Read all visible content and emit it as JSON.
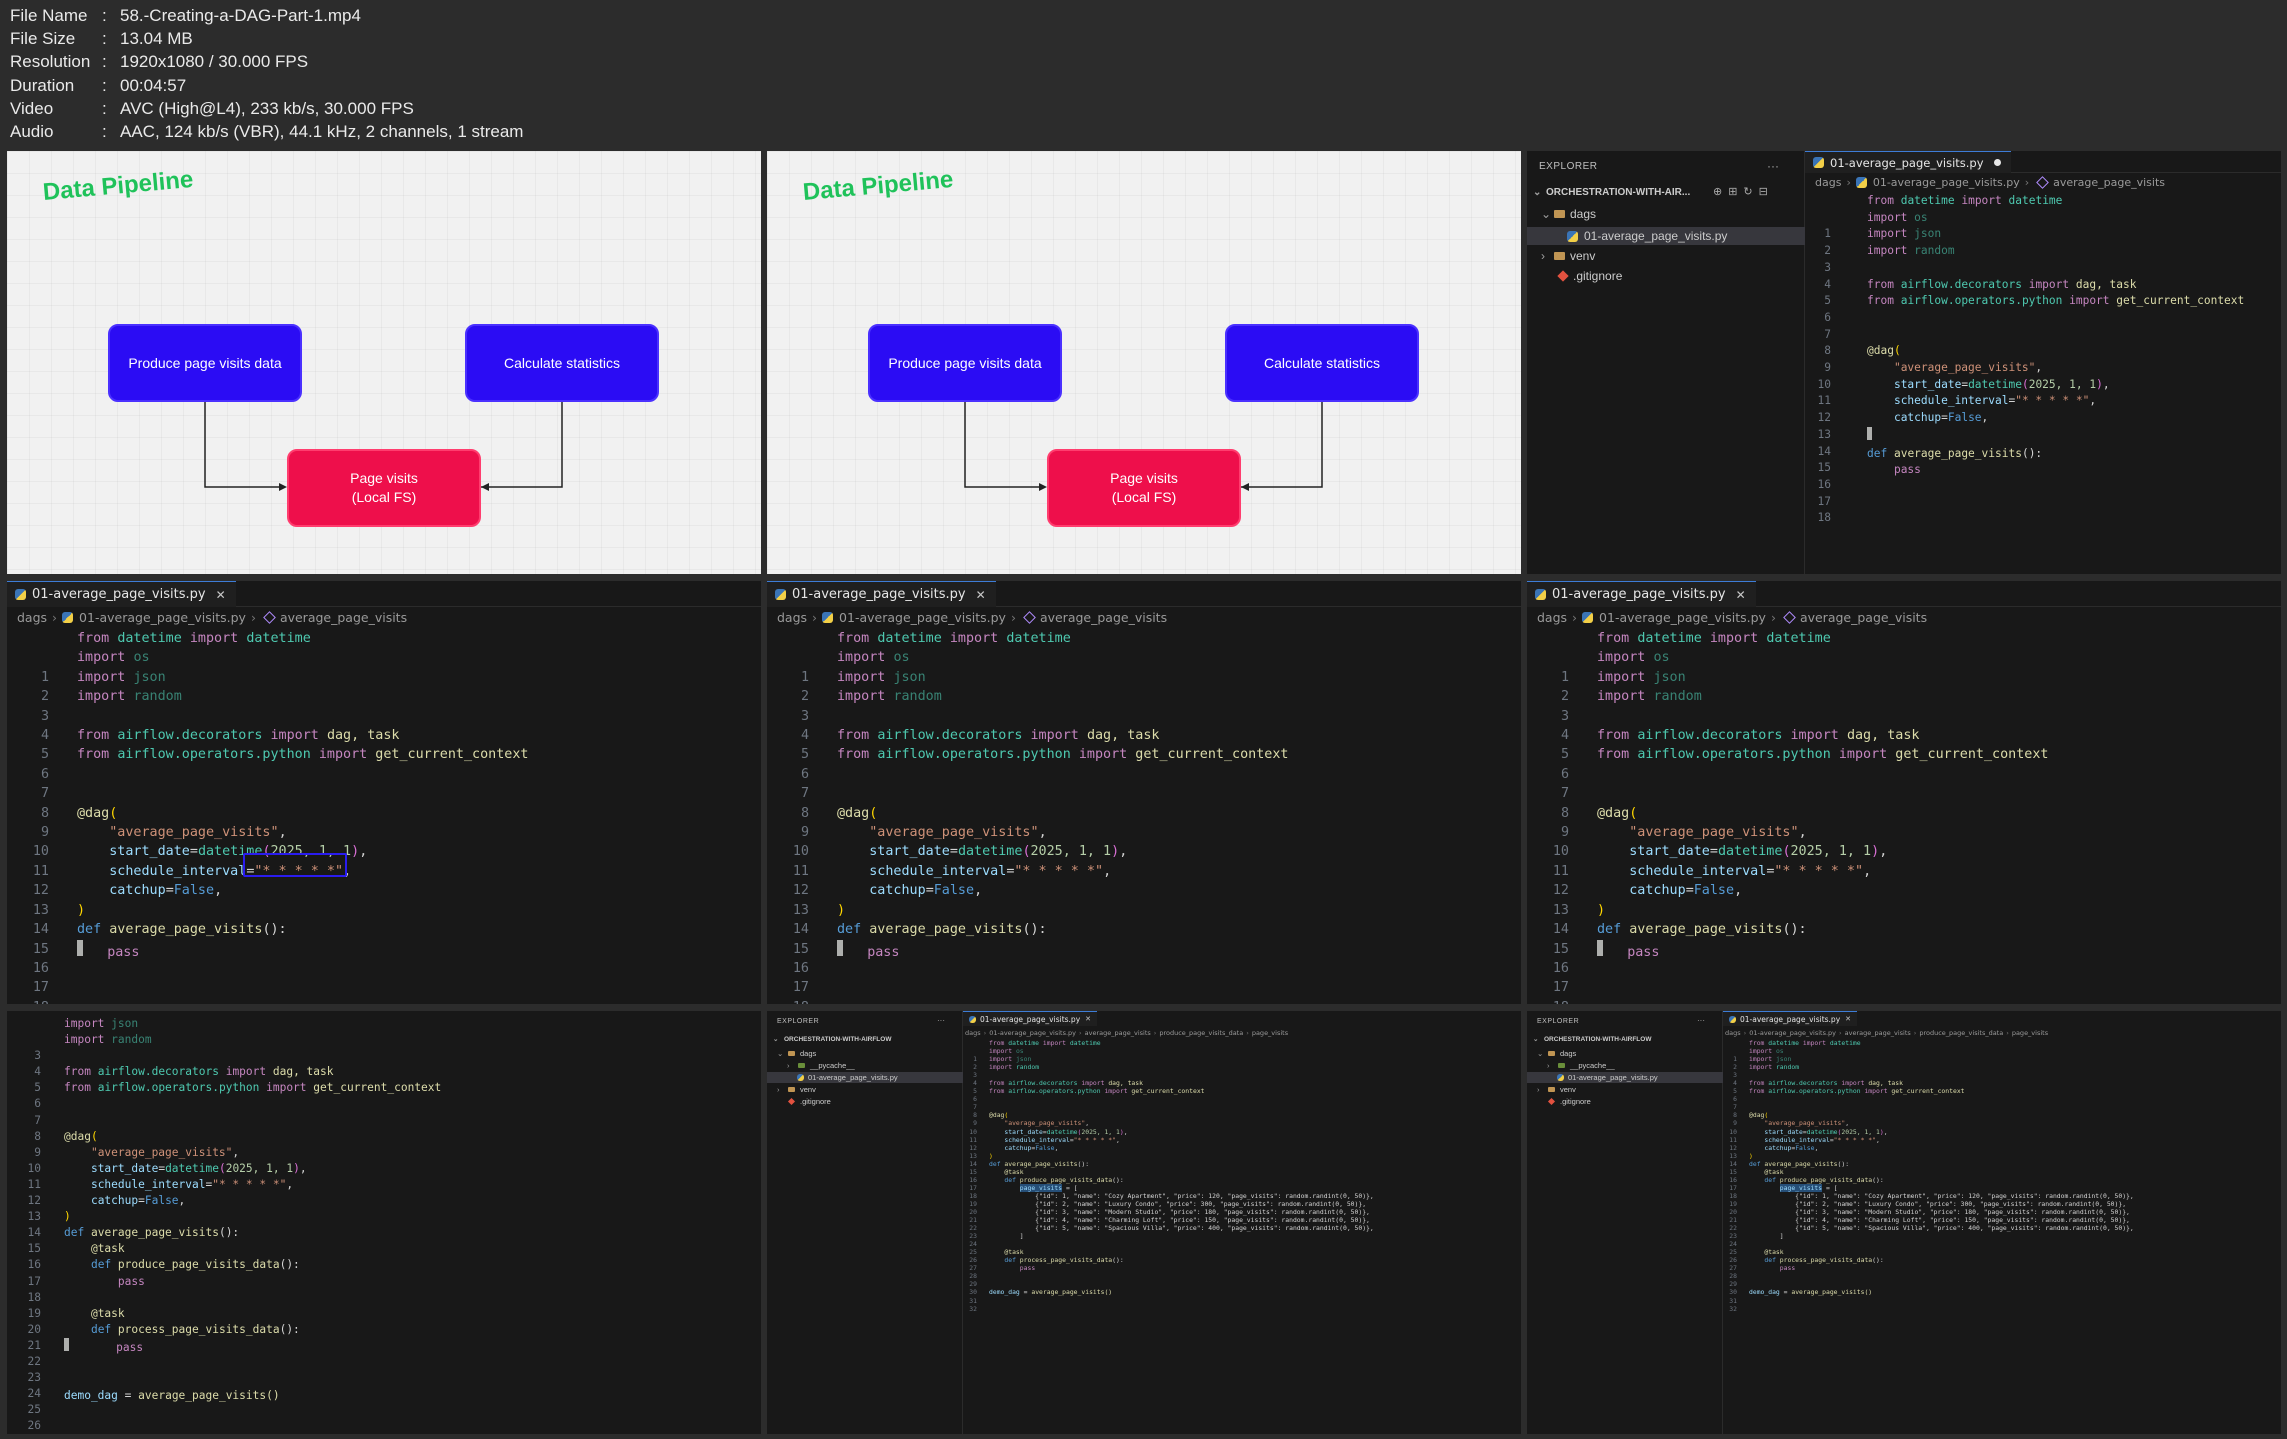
{
  "file_info": [
    {
      "key": "File Name",
      "value": "58.-Creating-a-DAG-Part-1.mp4"
    },
    {
      "key": "File Size",
      "value": "13.04 MB"
    },
    {
      "key": "Resolution",
      "value": "1920x1080 / 30.000 FPS"
    },
    {
      "key": "Duration",
      "value": "00:04:57"
    },
    {
      "key": "Video",
      "value": "AVC (High@L4), 233 kb/s, 30.000 FPS"
    },
    {
      "key": "Audio",
      "value": "AAC, 124 kb/s (VBR), 44.1 kHz, 2 channels, 1 stream"
    }
  ],
  "diagram": {
    "title": "Data Pipeline",
    "box_produce": "Produce page visits data",
    "box_calculate": "Calculate statistics",
    "box_store_line1": "Page visits",
    "box_store_line2": "(Local FS)",
    "colors": {
      "blue": "#2b0cf4",
      "red": "#ee0f4b",
      "green": "#1fc25a"
    }
  },
  "editor": {
    "tab_label": "01-average_page_visits.py",
    "crumb_root": "dags",
    "crumb_file": "01-average_page_visits.py",
    "crumb_symbol": "average_page_visits",
    "crumb_symbol2": "produce_page_visits_data",
    "crumb_symbol3": "page_visits"
  },
  "explorer": {
    "title": "EXPLORER",
    "project": "ORCHESTRATION-WITH-AIR...",
    "project_full": "ORCHESTRATION-WITH-AIRFLOW",
    "items": {
      "dags": "dags",
      "pycache": "__pycache__",
      "file": "01-average_page_visits.py",
      "venv": "venv",
      "gitignore": ".gitignore"
    }
  },
  "code": {
    "from": "from",
    "import": "import",
    "datetime": "datetime",
    "os": "os",
    "json": "json",
    "random": "random",
    "decorators": "airflow.decorators",
    "dag_task": "dag, task",
    "operators": "airflow.operators.python",
    "get_ctx": "get_current_context",
    "at_dag": "@dag",
    "at_task": "@task",
    "dag_id": "\"average_page_visits\"",
    "start_date": "start_date",
    "dt_call": "datetime",
    "dt_args": "2025, 1, 1",
    "schedule": "schedule_interval",
    "cron": "\"* * * * *\"",
    "catchup": "catchup",
    "false": "False",
    "def": "def",
    "fn_main": "average_page_visits",
    "pass": "pass",
    "fn_produce": "produce_page_visits_data",
    "fn_process": "process_page_visits_data",
    "demo_var": "demo_dag",
    "demo_call": "average_page_visits()",
    "page_visits_var": "page_visits",
    "rows": [
      "{\"id\": 1, \"name\": \"Cozy Apartment\", \"price\": 120, \"page_visits\": random.randint(0, 50)},",
      "{\"id\": 2, \"name\": \"Luxury Condo\", \"price\": 300, \"page_visits\": random.randint(0, 50)},",
      "{\"id\": 3, \"name\": \"Modern Studio\", \"price\": 180, \"page_visits\": random.randint(0, 50)},",
      "{\"id\": 4, \"name\": \"Charming Loft\", \"price\": 150, \"page_visits\": random.randint(0, 50)},",
      "{\"id\": 5, \"name\": \"Spacious Villa\", \"price\": 400, \"page_visits\": random.randint(0, 50)},"
    ]
  }
}
